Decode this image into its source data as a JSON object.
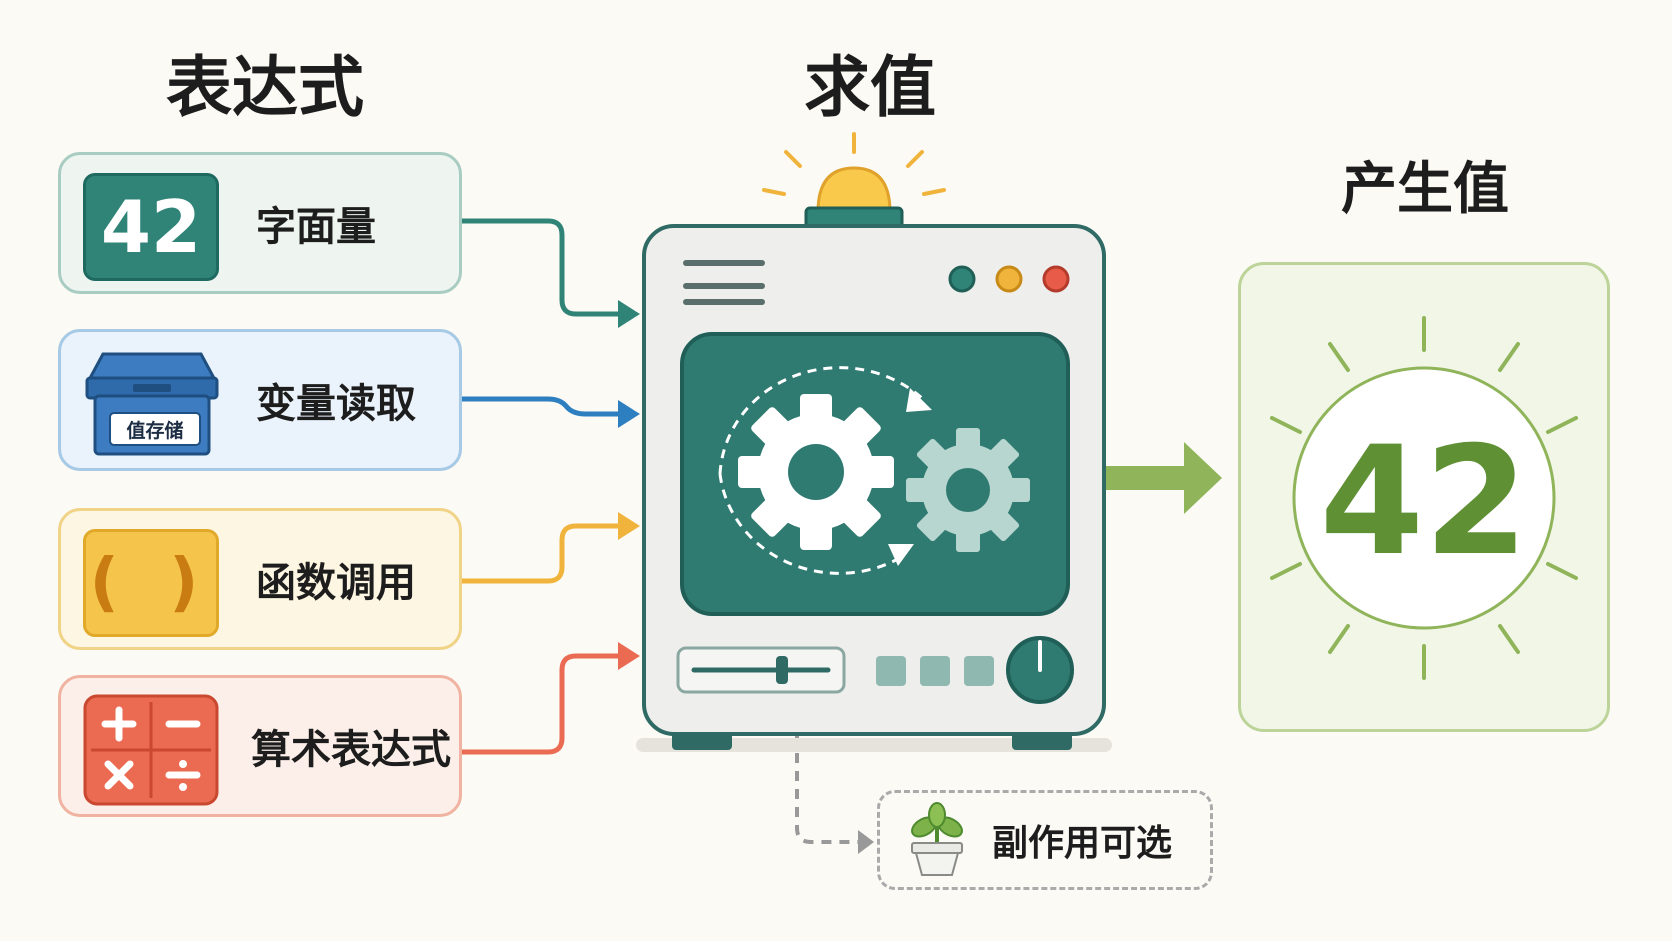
{
  "headings": {
    "expression": "表达式",
    "evaluate": "求值",
    "produce_value": "产生值"
  },
  "expression_types": [
    {
      "label": "字面量",
      "icon": "number-badge-icon",
      "badge_text": "42",
      "color": "#2f8377"
    },
    {
      "label": "变量读取",
      "icon": "storage-box-icon",
      "badge_text": "值存储",
      "color": "#2e6fb5"
    },
    {
      "label": "函数调用",
      "icon": "parentheses-icon",
      "badge_text": "( )",
      "color": "#f5c54b"
    },
    {
      "label": "算术表达式",
      "icon": "calculator-icon",
      "color": "#ea6a52"
    }
  ],
  "evaluator": {
    "icon": "evaluation-machine-icon",
    "status_lights": [
      "#2f8377",
      "#f0b43c",
      "#e85b48"
    ]
  },
  "result": {
    "value": "42",
    "color": "#5f9034"
  },
  "side_effect": {
    "label": "副作用可选",
    "icon": "potted-plant-icon"
  }
}
